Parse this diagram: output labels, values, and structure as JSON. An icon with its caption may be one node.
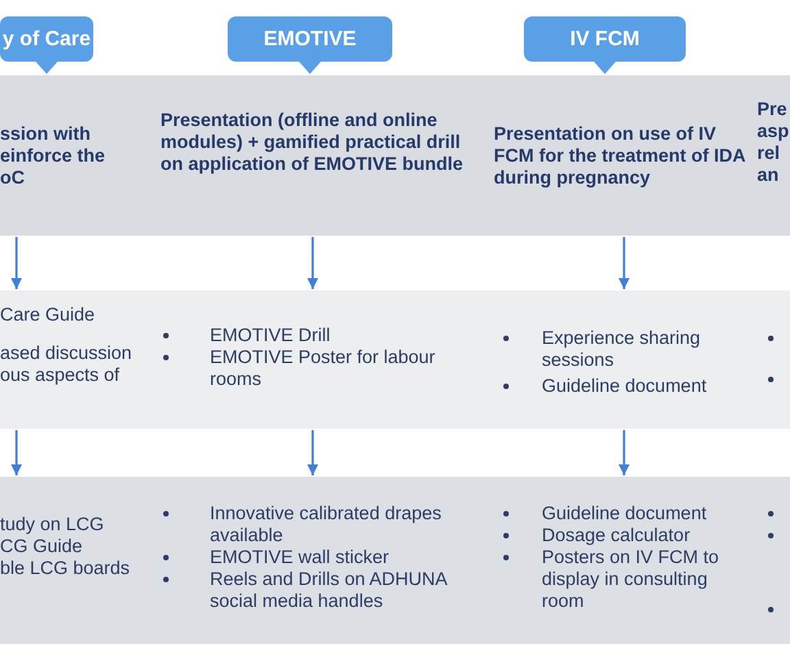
{
  "diagram": {
    "nodes": [
      {
        "text": [
          "y of Care"
        ]
      },
      {
        "text": [
          "EMOTIVE"
        ]
      },
      {
        "text": [
          "IV FCM"
        ]
      },
      {
        "text": [
          "ssion with einforce the oC"
        ]
      },
      {
        "text": [
          "Presentation (offline and online modules) + gamified practical drill on application of EMOTIVE bundle"
        ]
      },
      {
        "text": [
          "Presentation on use of IV FCM for the treatment of IDA during pregnancy"
        ]
      },
      {
        "text": [
          "Pre asp rel an"
        ]
      },
      {
        "text": [
          "Care Guide",
          "ased discussion ous aspects of"
        ]
      },
      {
        "text": [
          "EMOTIVE Drill",
          "EMOTIVE Poster for labour rooms"
        ]
      },
      {
        "text": [
          "Experience sharing sessions",
          "Guideline document"
        ]
      },
      {
        "text": [],
        "shape": "box"
      },
      {
        "text": [
          "tudy on LCG",
          "CG Guide",
          "ble LCG boards"
        ]
      },
      {
        "text": [
          "Innovative calibrated drapes available",
          "EMOTIVE wall sticker",
          "Reels and Drills on ADHUNA social media handles"
        ]
      },
      {
        "text": [
          "Guideline document",
          "Dosage calculator",
          "Posters on IV FCM to display in consulting room"
        ]
      },
      {
        "text": [],
        "shape": "box"
      }
    ],
    "edges": [
      {
        "from": 3,
        "to": 7,
        "arrow": "to"
      },
      {
        "from": 7,
        "to": 11,
        "arrow": "to"
      },
      {
        "from": 4,
        "to": 8,
        "arrow": "to"
      },
      {
        "from": 8,
        "to": 12,
        "arrow": "to"
      },
      {
        "from": 5,
        "to": 9,
        "arrow": "to"
      },
      {
        "from": 9,
        "to": 13,
        "arrow": "to"
      }
    ]
  }
}
